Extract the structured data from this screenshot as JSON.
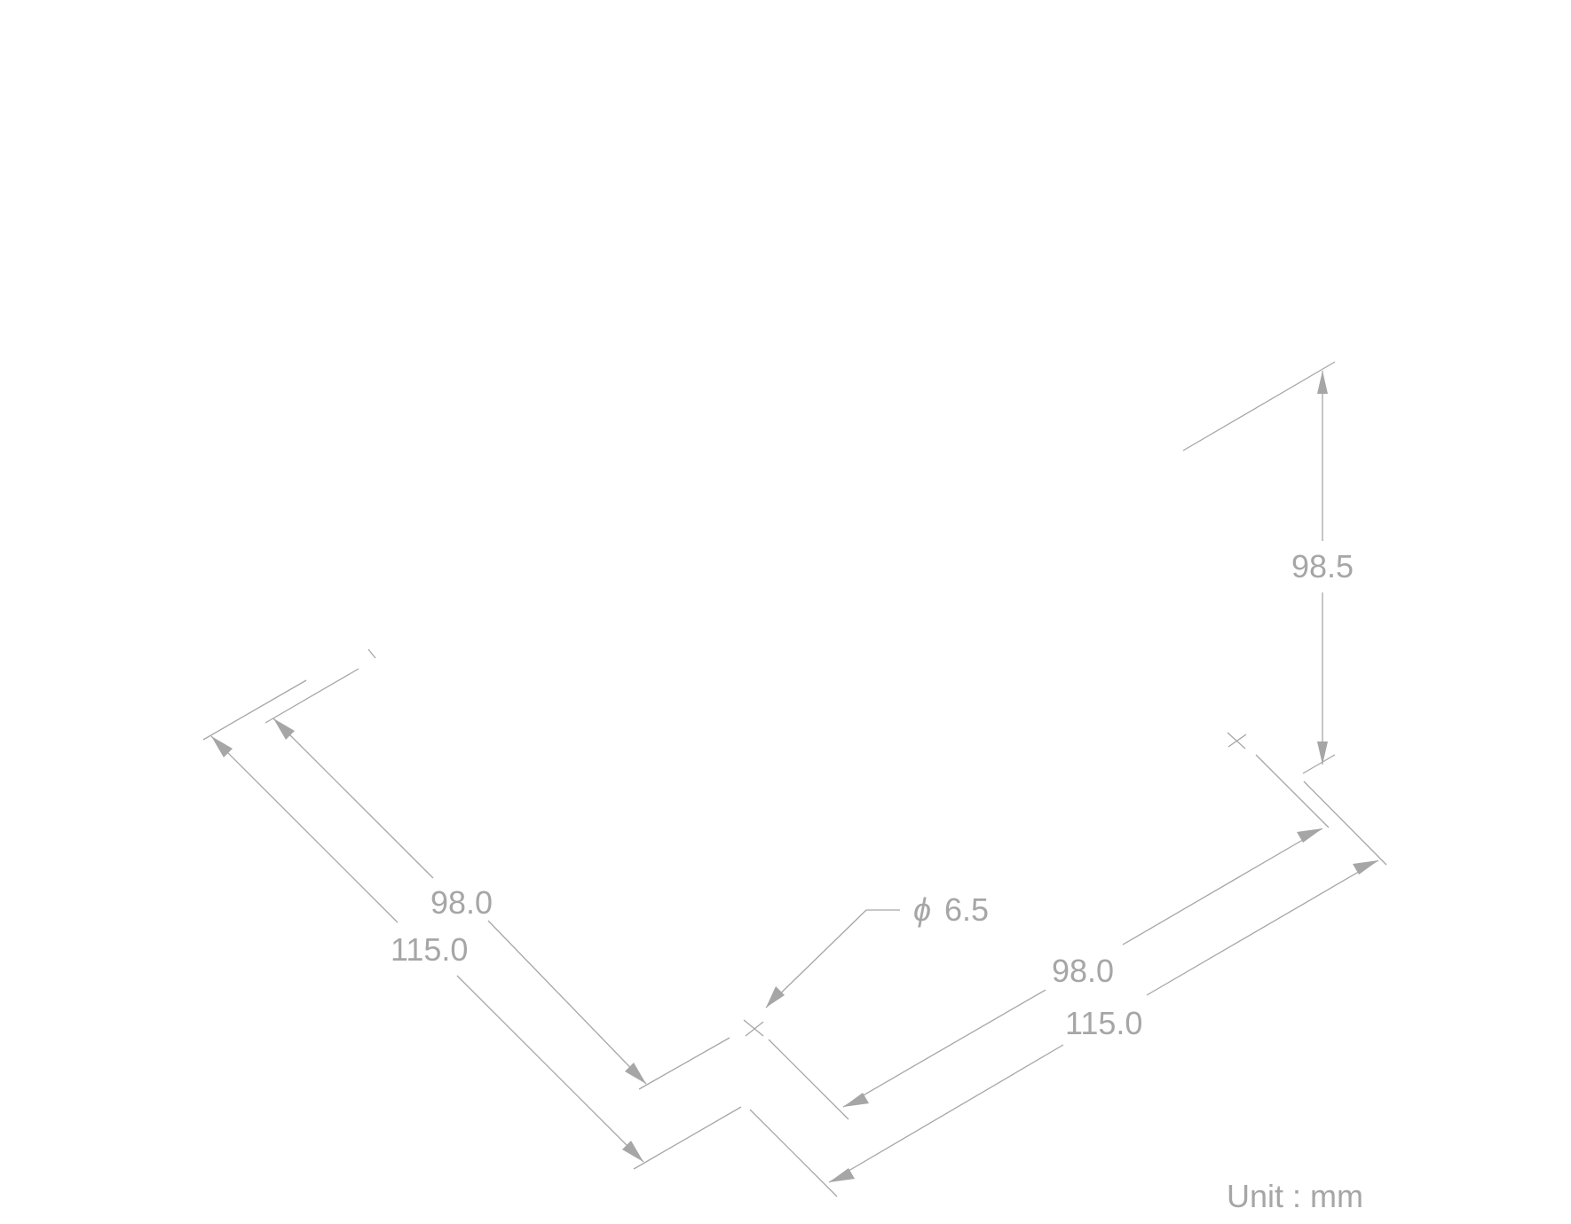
{
  "drawing": {
    "dimensions": {
      "left_inner_depth": "98.0",
      "left_outer_depth": "115.0",
      "right_inner_width": "98.0",
      "right_outer_width": "115.0",
      "height": "98.5",
      "hole_diameter": "6.5"
    },
    "hole_symbol": "ϕ",
    "unit_label": "Unit : mm",
    "line_color": "#a6a6a6"
  }
}
